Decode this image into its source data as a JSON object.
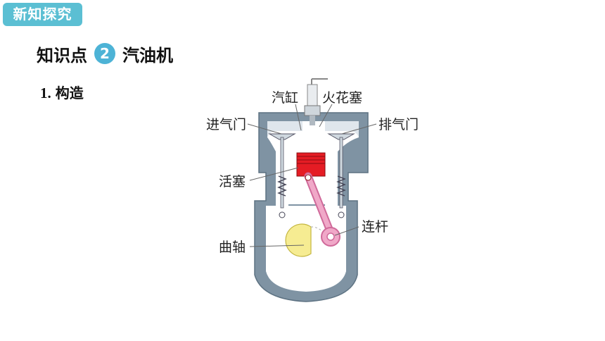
{
  "header": {
    "tag": "新知探究"
  },
  "section": {
    "prefix": "知识点",
    "number": "2",
    "title": "汽油机"
  },
  "subsection": {
    "number": "1.",
    "title": "构造"
  },
  "diagram": {
    "labels": {
      "cylinder": "汽缸",
      "spark_plug": "火花塞",
      "intake_valve": "进气门",
      "exhaust_valve": "排气门",
      "piston": "活塞",
      "connecting_rod": "连杆",
      "crankshaft": "曲轴"
    }
  },
  "colors": {
    "tag_bg": "#5bbfd3",
    "badge_bg": "#4db3d6",
    "casing": "#7f93a3",
    "piston": "#e51c24",
    "rod": "#f0a8c8",
    "crank": "#f6ec92"
  }
}
